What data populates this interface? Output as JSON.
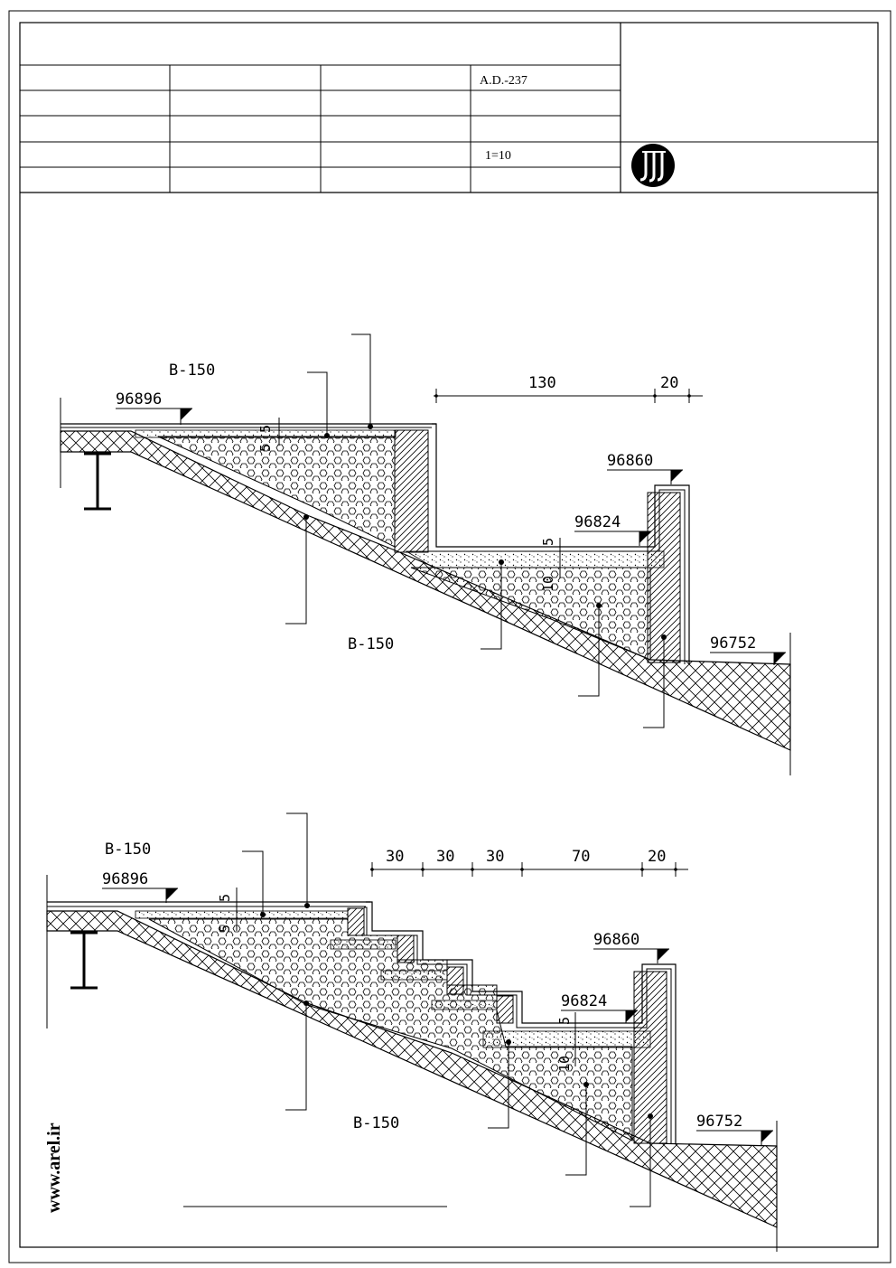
{
  "title_block": {
    "drawing_no": "A.D.-237",
    "scale": "1=10"
  },
  "watermark": "www.arel.ir",
  "section_top": {
    "labels": {
      "b150_top": "B-150",
      "b150_bottom": "B-150",
      "level_left": "96896",
      "level_wall_top": "96860",
      "level_landing": "96824",
      "level_right": "96752"
    },
    "dims": {
      "d1": "130",
      "d2": "20",
      "v_a": "5",
      "v_b": "5",
      "v_c": "5",
      "v_d": "10"
    }
  },
  "section_bottom": {
    "labels": {
      "b150_top": "B-150",
      "b150_bottom": "B-150",
      "level_left": "96896",
      "level_wall_top": "96860",
      "level_landing": "96824",
      "level_right": "96752"
    },
    "dims": {
      "d1": "30",
      "d2": "30",
      "d3": "30",
      "d4": "70",
      "d5": "20",
      "v_a": "5",
      "v_b": "5",
      "v_c": "5",
      "v_d": "10"
    }
  }
}
